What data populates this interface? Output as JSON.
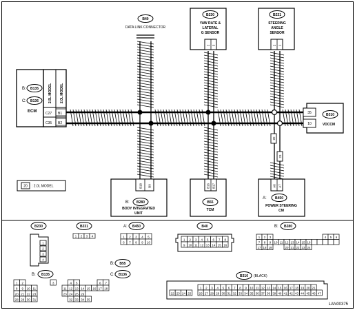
{
  "diagram_id": "LAN00375",
  "components": {
    "ecm": {
      "name": "ECM",
      "connectors": [
        {
          "prefix": "B:",
          "id": "B135"
        },
        {
          "prefix": "C:",
          "id": "B136"
        }
      ],
      "models": [
        "2.5L MODEL",
        "2.0L MODEL"
      ],
      "pins": [
        "C27",
        "C35"
      ],
      "pins_20l": [
        "B1",
        "B2"
      ]
    },
    "data_link": {
      "id": "B40",
      "name": "DATA LINK CONNECTOR"
    },
    "yaw_rate": {
      "id": "B230",
      "name_lines": [
        "YAW RATE &",
        "LATERAL",
        "G SENSOR"
      ],
      "pins": [
        "2",
        "3"
      ]
    },
    "steering_angle": {
      "id": "B231",
      "name_lines": [
        "STEERING",
        "ANGLE",
        "SENSOR"
      ],
      "pins": [
        "2",
        "1"
      ]
    },
    "vdccm": {
      "id": "B310",
      "name": "VDCCM",
      "pins": [
        "35",
        "10"
      ]
    },
    "body_integrated": {
      "prefix": "B:",
      "id": "B280",
      "name_lines": [
        "BODY INTEGRATED",
        "UNIT"
      ],
      "pins": [
        "B18",
        "B9"
      ]
    },
    "tcm": {
      "id": "B55",
      "name": "TCM",
      "pins": [
        "B16",
        "B17"
      ]
    },
    "power_steering": {
      "prefix": "A:",
      "id": "B450",
      "name_lines": [
        "POWER STEERING",
        "CM"
      ],
      "pins": [
        "A8",
        "A7"
      ],
      "wire_pins": [
        "20",
        "23"
      ]
    }
  },
  "legend": {
    "box": "20",
    "text": ": 2.0L MODEL"
  },
  "connector_views": {
    "b230": {
      "id": "B230",
      "pins": [
        "1",
        "2",
        "3",
        "4"
      ]
    },
    "b231": {
      "id": "B231",
      "pins": [
        "1",
        "2",
        "3",
        "4"
      ]
    },
    "b450": {
      "prefix": "A:",
      "id": "B450",
      "pins": [
        "1",
        "2",
        "3",
        "4",
        "5",
        "6",
        "7",
        "8",
        "9",
        "10"
      ]
    },
    "b40": {
      "id": "B40",
      "pins": [
        "1",
        "2",
        "3",
        "4",
        "5",
        "6",
        "7",
        "8",
        "9",
        "10",
        "11",
        "12",
        "13",
        "14",
        "15",
        "16"
      ]
    },
    "b280": {
      "prefix": "B:",
      "id": "B280",
      "pins": [
        "1",
        "2",
        "3",
        "4",
        "5",
        "6",
        "7",
        "8",
        "9",
        "10",
        "11",
        "12",
        "13",
        "14",
        "15",
        "16",
        "17",
        "18",
        "19",
        "20",
        "21",
        "22",
        "23",
        "24"
      ]
    },
    "b55": {
      "prefix": "B:",
      "id": "B55"
    },
    "b135_136": {
      "prefix": "B:",
      "id": "B135",
      "prefix2": "C:",
      "id2": "B136",
      "pins": [
        "1",
        "2",
        "3",
        "4",
        "5",
        "6",
        "7",
        "8",
        "9",
        "10",
        "11",
        "12",
        "13",
        "14",
        "15",
        "16",
        "17",
        "18",
        "19",
        "20",
        "21",
        "22",
        "23",
        "24",
        "25",
        "26",
        "27",
        "28",
        "29",
        "30",
        "31",
        "32",
        "33",
        "34",
        "35"
      ]
    },
    "b310": {
      "id": "B310",
      "label_suffix": "(BLACK)",
      "pins": [
        "1",
        "2",
        "3",
        "4",
        "5",
        "6",
        "7",
        "8",
        "9",
        "10",
        "11",
        "12",
        "13",
        "14",
        "15",
        "16",
        "17",
        "18",
        "19",
        "20",
        "21",
        "22",
        "23",
        "24",
        "25",
        "26",
        "27",
        "28",
        "29",
        "30",
        "31",
        "32",
        "33",
        "34",
        "35",
        "36",
        "37",
        "38",
        "39",
        "40",
        "41",
        "42",
        "43",
        "44",
        "45",
        "46",
        "47"
      ]
    }
  }
}
